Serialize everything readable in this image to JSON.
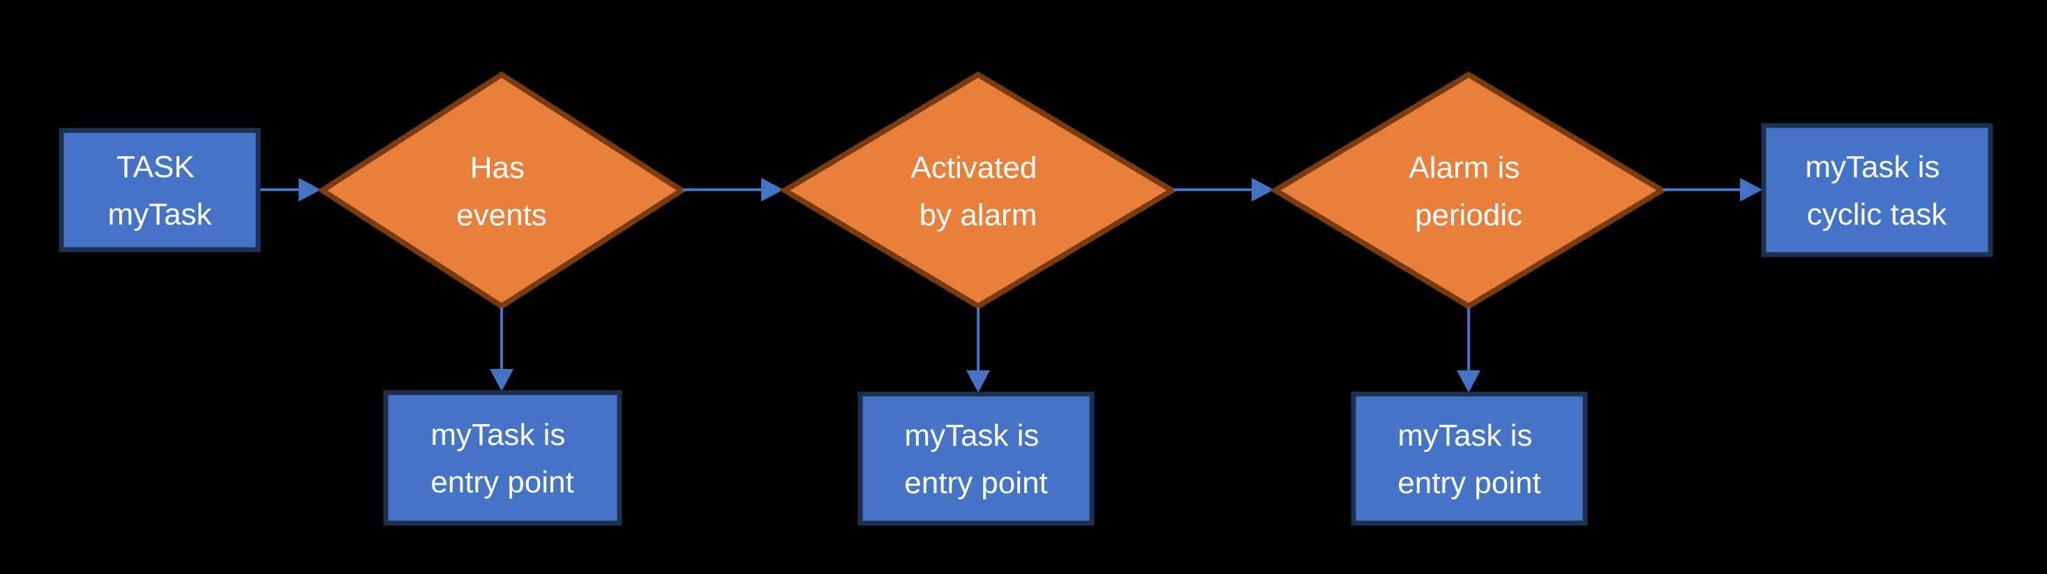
{
  "diagram": {
    "background": "#000000",
    "colors": {
      "process_fill": "#4573C6",
      "process_border": "#1E3050",
      "decision_fill": "#E8803C",
      "decision_border": "#7A3B10",
      "arrow": "#4472C4",
      "text": "#FFFFFF"
    },
    "nodes": {
      "start": {
        "line1": "TASK",
        "line2": "myTask"
      },
      "decision_has_events": {
        "line1": "Has",
        "line2": "events"
      },
      "decision_activated_by_alarm": {
        "line1": "Activated",
        "line2": "by alarm"
      },
      "decision_alarm_is_periodic": {
        "line1": "Alarm is",
        "line2": "periodic"
      },
      "result_entry_point_1": {
        "line1": "myTask is",
        "line2": "entry point"
      },
      "result_entry_point_2": {
        "line1": "myTask is",
        "line2": "entry point"
      },
      "result_entry_point_3": {
        "line1": "myTask is",
        "line2": "entry point"
      },
      "end_cyclic_task": {
        "line1": "myTask is",
        "line2": "cyclic task"
      }
    }
  }
}
